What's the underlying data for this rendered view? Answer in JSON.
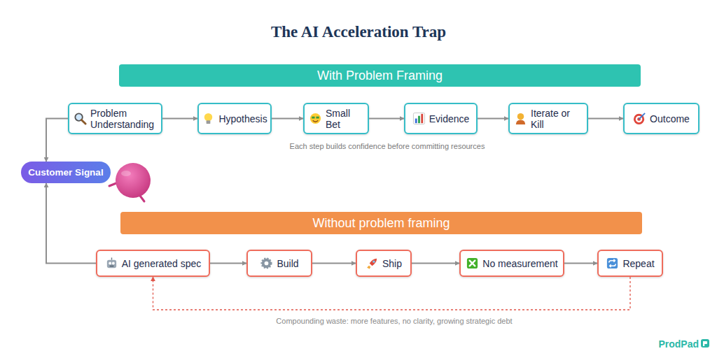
{
  "diagram": {
    "title": "The AI Acceleration Trap",
    "nodes": [
      {
        "text": [
          "With Problem Framing"
        ]
      },
      {
        "text": [
          "Problem Understanding"
        ]
      },
      {
        "text": [
          "Hypothesis"
        ]
      },
      {
        "text": [
          "Small Bet"
        ]
      },
      {
        "text": [
          "Evidence"
        ]
      },
      {
        "text": [
          "Iterate or Kill"
        ]
      },
      {
        "text": [
          "Outcome"
        ]
      },
      {
        "text": [
          "Customer Signal"
        ]
      },
      {
        "text": [
          "Without problem framing"
        ]
      },
      {
        "text": [
          "AI generated spec"
        ]
      },
      {
        "text": [
          "Build"
        ]
      },
      {
        "text": [
          "Ship"
        ]
      },
      {
        "text": [
          "No measurement"
        ]
      },
      {
        "text": [
          "Repeat"
        ]
      }
    ],
    "edges": [
      {
        "from": 1,
        "to": 2,
        "arrow": "to"
      },
      {
        "from": 2,
        "to": 3,
        "arrow": "to"
      },
      {
        "from": 3,
        "to": 4,
        "arrow": "to"
      },
      {
        "from": 4,
        "to": 5,
        "arrow": "to"
      },
      {
        "from": 5,
        "to": 6,
        "arrow": "to"
      },
      {
        "from": 1,
        "to": 7,
        "arrow": "to"
      },
      {
        "from": 9,
        "to": 10,
        "arrow": "to"
      },
      {
        "from": 10,
        "to": 11,
        "arrow": "to"
      },
      {
        "from": 11,
        "to": 12,
        "arrow": "to"
      },
      {
        "from": 12,
        "to": 13,
        "arrow": "to"
      },
      {
        "from": 9,
        "to": 7,
        "arrow": "to"
      },
      {
        "from": 13,
        "to": 9,
        "arrow": "to",
        "label": "Compounding waste: more features, no clarity, growing strategic debt"
      }
    ],
    "labels": [
      "Each step builds confidence before committing resources",
      "ProdPad"
    ]
  }
}
